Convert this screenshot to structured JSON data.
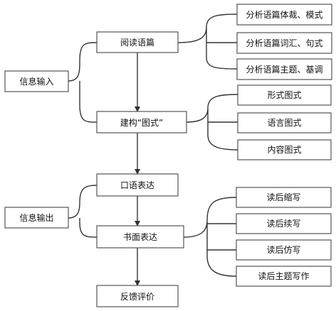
{
  "left_nodes": {
    "input": "信息输入",
    "output": "信息输出"
  },
  "main_flow": [
    "阅读语篇",
    "建构“图式”",
    "口语表达",
    "书面表达",
    "反馈评价"
  ],
  "reading_analysis": [
    "分析语篇体裁、模式",
    "分析语篇词汇、句式",
    "分析语篇主题、基调"
  ],
  "schema_types": [
    "形式图式",
    "语言图式",
    "内容图式"
  ],
  "writing_tasks": [
    "读后缩写",
    "读后续写",
    "读后仿写",
    "读后主题写作"
  ]
}
